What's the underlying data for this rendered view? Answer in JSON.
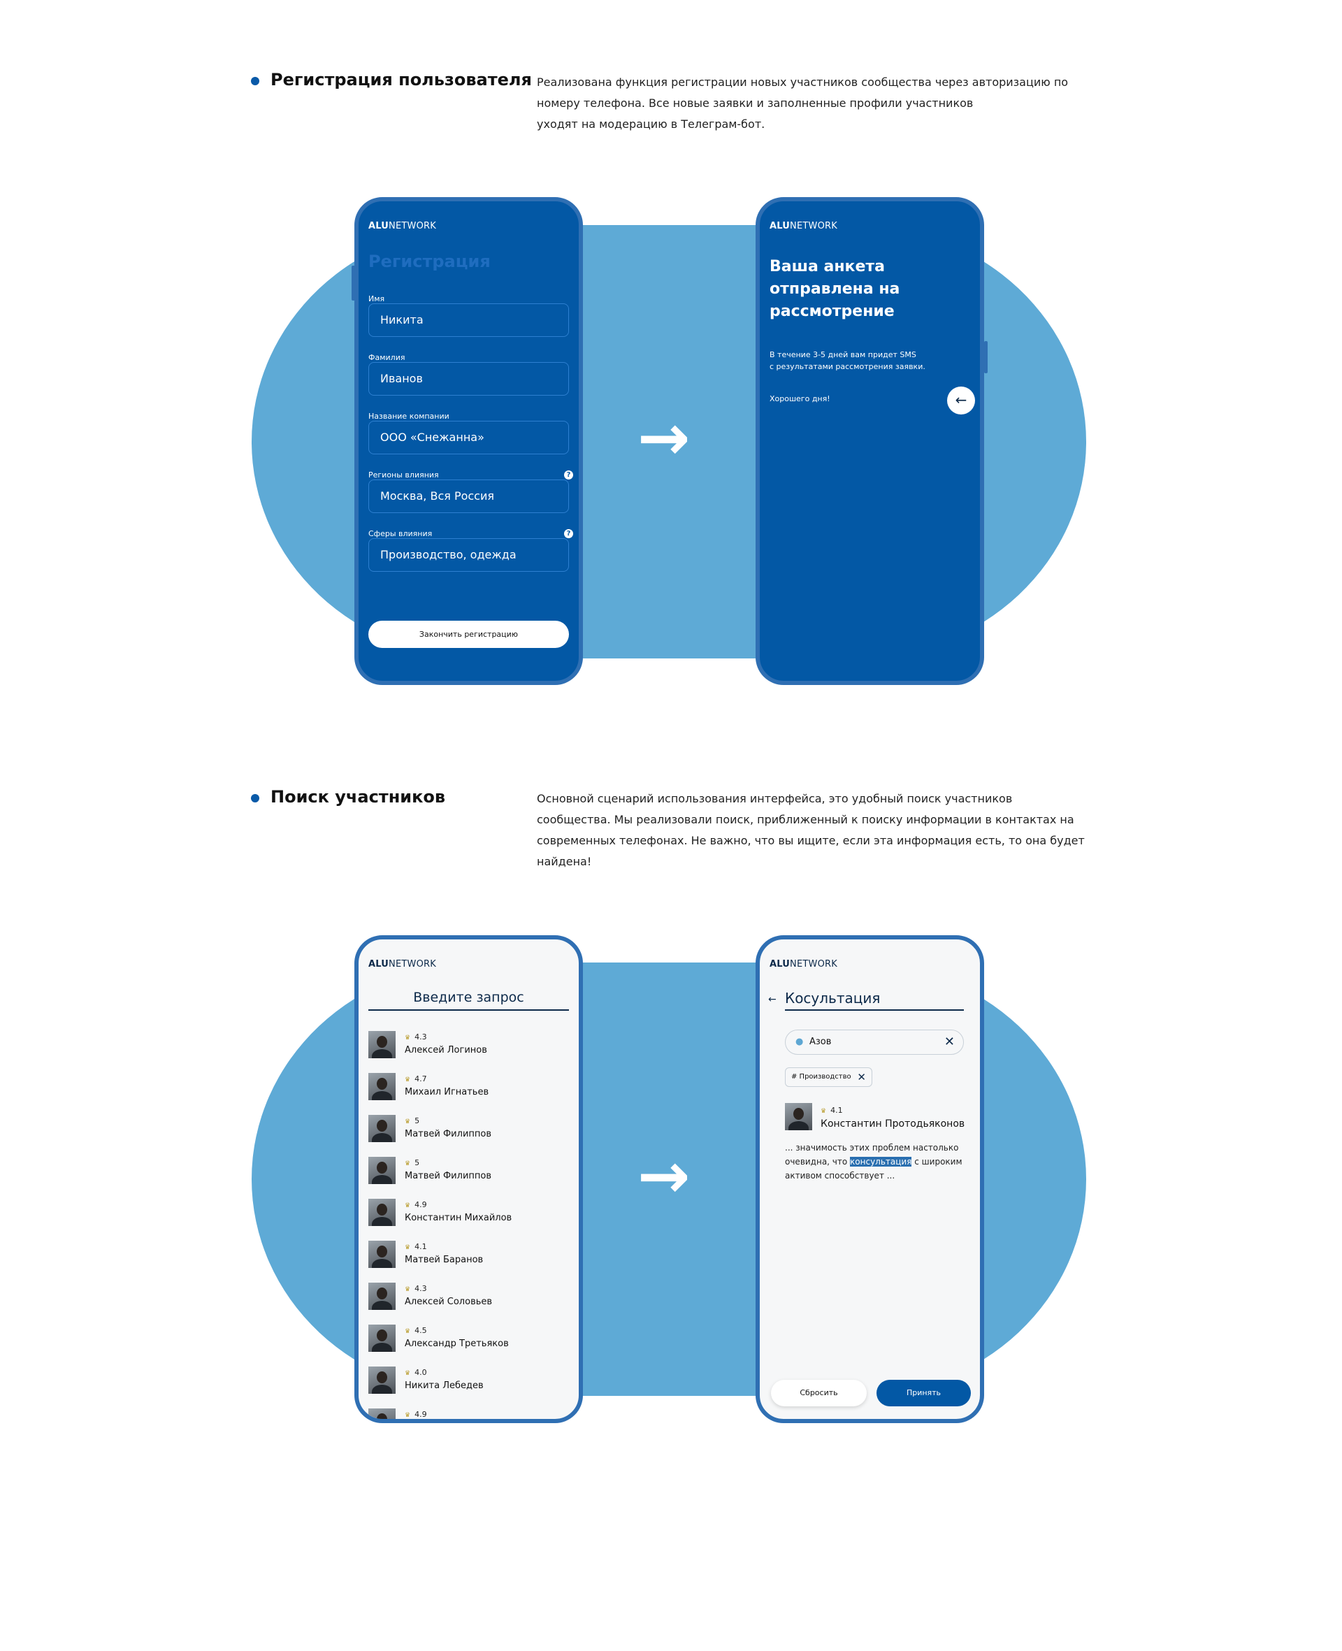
{
  "section1": {
    "title": "Регистрация пользователя",
    "description": [
      "Реализована функция регистрации новых участников сообщества через авторизацию по",
      "номеру телефона. Все новые заявки и заполненные профили участников",
      "уходят на модерацию в Телеграм-бот."
    ]
  },
  "section2": {
    "title": "Поиск участников",
    "description": [
      "Основной сценарий использования интерфейса, это удобный поиск участников",
      "сообщества. Мы реализовали поиск, приближенный к поиску информации в контактах на",
      "современных телефонах. Не важно, что вы ищите, если эта информация есть, то она будет",
      "найдена!"
    ]
  },
  "logo": {
    "bold": "ALU",
    "rest": "NETWORK"
  },
  "registration": {
    "title": "Регистрация",
    "fields": [
      {
        "label": "Имя",
        "value": "Никита"
      },
      {
        "label": "Фамилия",
        "value": "Иванов"
      },
      {
        "label": "Название компании",
        "value": "ООО «Снежанна»"
      },
      {
        "label": "Регионы влияния",
        "value": "Москва, Вся Россия",
        "help": "?"
      },
      {
        "label": "Сферы влияния",
        "value": "Производство, одежда",
        "help": "?"
      }
    ],
    "submit": "Закончить регистрацию"
  },
  "submitted": {
    "heading": [
      "Ваша анкета",
      "отправлена на",
      "рассмотрение"
    ],
    "info": [
      "В течение 3-5 дней вам придет SMS",
      "с результатами рассмотрения заявки."
    ],
    "greeting": "Хорошего дня!"
  },
  "search": {
    "placeholder": "Введите запрос",
    "members": [
      {
        "rating": "4.3",
        "name": "Алексей Логинов"
      },
      {
        "rating": "4.7",
        "name": "Михаил Игнатьев"
      },
      {
        "rating": "5",
        "name": "Матвей Филиппов"
      },
      {
        "rating": "5",
        "name": "Матвей Филиппов"
      },
      {
        "rating": "4.9",
        "name": "Константин Михайлов"
      },
      {
        "rating": "4.1",
        "name": "Матвей Баранов"
      },
      {
        "rating": "4.3",
        "name": "Алексей Соловьев"
      },
      {
        "rating": "4.5",
        "name": "Александр Третьяков"
      },
      {
        "rating": "4.0",
        "name": "Никита Лебедев"
      },
      {
        "rating": "4.9",
        "name": ""
      }
    ]
  },
  "results": {
    "query": "Косультация",
    "location": "Азов",
    "tag": "# Производство",
    "member": {
      "rating": "4.1",
      "name": "Константин Протодьяконов"
    },
    "snippet_before": "... значимость этих проблем настолько очевидна, что ",
    "snippet_highlight": "консультация",
    "snippet_after": " с широким активом способствует ...",
    "reset": "Сбросить",
    "accept": "Принять"
  },
  "colors": {
    "brand": "#0358a5",
    "blob": "#5eaad6",
    "frame": "#2f6fb3",
    "dark": "#0d2a4a"
  }
}
